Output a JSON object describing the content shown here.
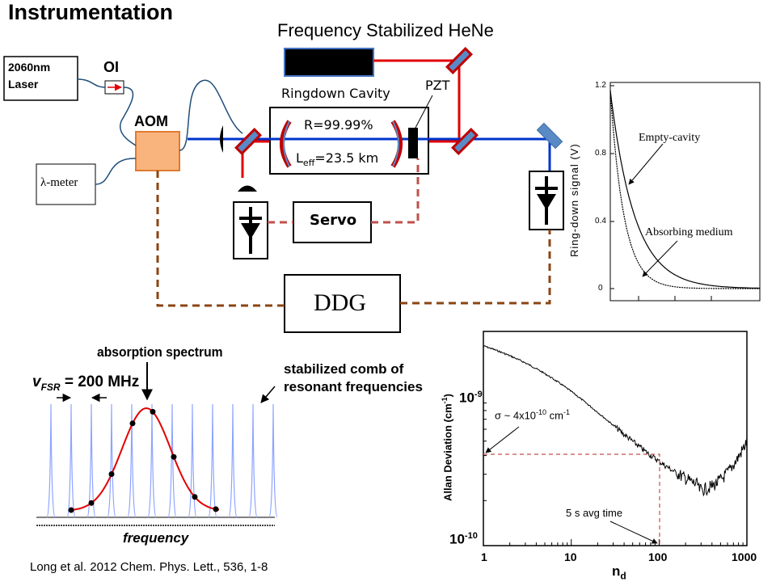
{
  "slide": {
    "title": "Instrumentation",
    "citation": "Long et al. 2012  Chem. Phys. Lett., 536, 1-8"
  },
  "setup": {
    "hene_label": "Frequency Stabilized HeNe",
    "laser_label_line1": "2060nm",
    "laser_label_line2": "Laser",
    "oi_label": "OI",
    "aom_label": "AOM",
    "lambda_meter_label": "λ-meter",
    "cavity_label": "Ringdown Cavity",
    "pzt_label": "PZT",
    "reflectivity_label": "R=99.99%",
    "leff_prefix": "L",
    "leff_sub": "eff",
    "leff_value": "=23.5 km",
    "servo_label": "Servo",
    "ddg_label": "DDG",
    "colors": {
      "beam_blue": "#0033cc",
      "beam_red": "#e00000",
      "dash_red": "#c0504d",
      "dash_brown": "#8b4513",
      "aom_fill": "#f9b47d",
      "aom_stroke": "#e07a30",
      "mirror_fill": "#5a8ac6",
      "mirror_stroke": "#c00000"
    }
  },
  "ringdown_plot": {
    "ylabel": "Ring-down signal (V)",
    "yticks": [
      "1.2",
      "0.8",
      "0.4",
      "0"
    ],
    "empty_cavity_label": "Empty-cavity",
    "absorbing_label": "Absorbing medium"
  },
  "comb_figure": {
    "absorption_label": "absorption spectrum",
    "fsr_prefix": "v",
    "fsr_sub": "FSR",
    "fsr_value": " = 200 MHz",
    "comb_label_line1": "stabilized comb of",
    "comb_label_line2": "resonant frequencies",
    "xlabel": "frequency",
    "colors": {
      "comb": "#8ea4ff",
      "curve": "#e00000"
    }
  },
  "allan_plot": {
    "ylabel_main": "Allan Deviation (cm",
    "ylabel_exp": "-1",
    "ylabel_close": ")",
    "xlabel_main": "n",
    "xlabel_sub": "d",
    "ytick_upper_base": "10",
    "ytick_upper_exp": "-9",
    "ytick_lower_base": "10",
    "ytick_lower_exp": "-10",
    "xticks": [
      "1",
      "10",
      "100",
      "1000"
    ],
    "sigma_prefix": "σ ~ 4x10",
    "sigma_exp": "-10",
    "sigma_unit": " cm",
    "sigma_unit_exp": "-1",
    "avg_time_label": "5 s avg time"
  }
}
